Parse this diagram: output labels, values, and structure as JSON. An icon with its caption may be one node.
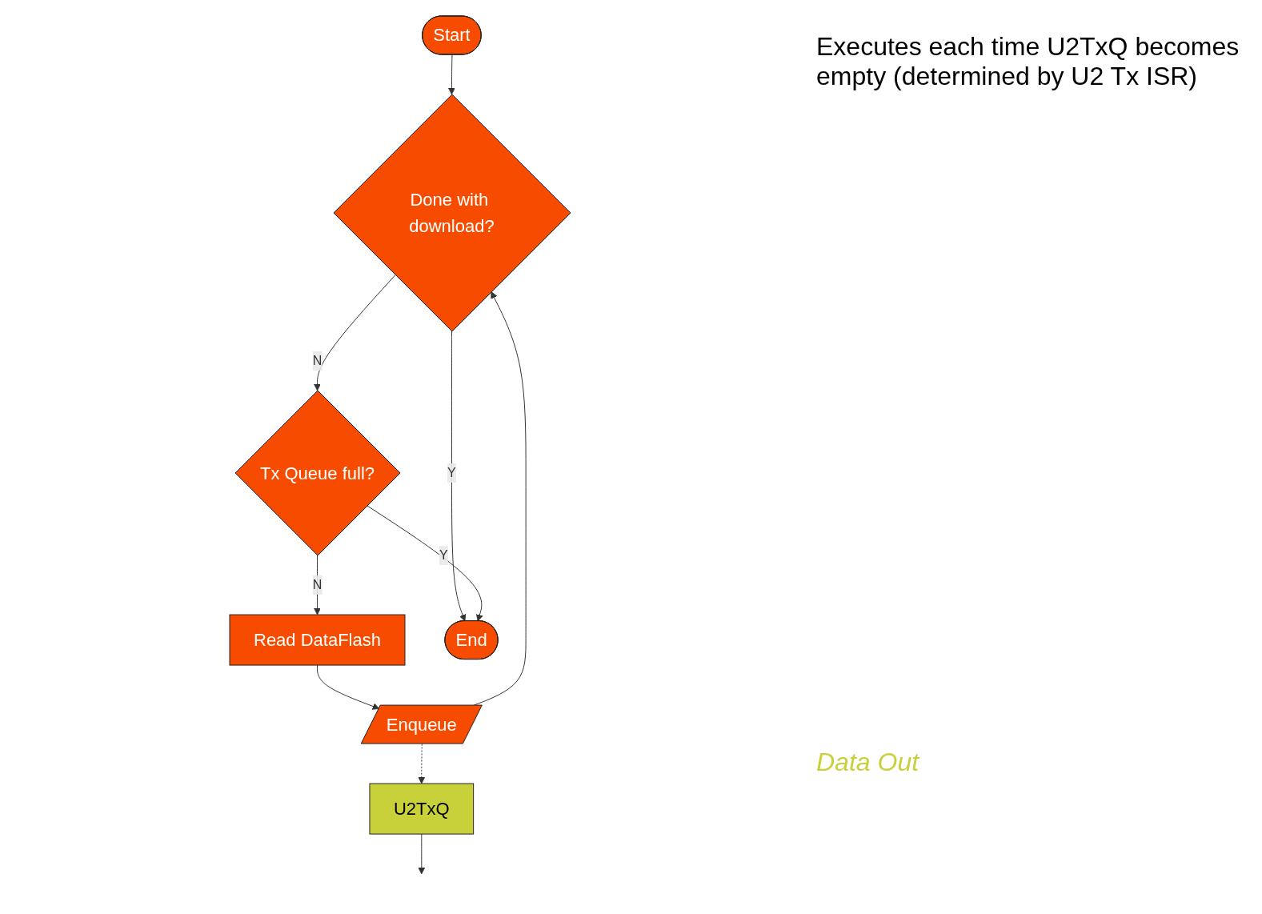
{
  "diagram": {
    "nodes": [
      {
        "text": [
          "Start"
        ]
      },
      {
        "text": [
          "Done with download?"
        ]
      },
      {
        "text": [
          "Tx Queue full?"
        ]
      },
      {
        "text": [
          "Read DataFlash"
        ]
      },
      {
        "text": [
          "Enqueue"
        ]
      },
      {
        "text": [
          "U2TxQ"
        ]
      },
      {
        "text": [
          "End"
        ]
      }
    ],
    "edges": [
      {
        "from": 0,
        "to": 1,
        "arrow": "to"
      },
      {
        "from": 1,
        "to": 2,
        "label": "N",
        "arrow": "to"
      },
      {
        "from": 1,
        "to": 6,
        "label": "Y",
        "arrow": "to"
      },
      {
        "from": 2,
        "to": 6,
        "label": "Y",
        "arrow": "to"
      },
      {
        "from": 2,
        "to": 3,
        "label": "N",
        "arrow": "to"
      },
      {
        "from": 3,
        "to": 4,
        "arrow": "to"
      },
      {
        "from": 4,
        "to": 1,
        "arrow": "to"
      },
      {
        "from": 4,
        "to": 5,
        "arrow": "to",
        "style": "dashed"
      },
      {
        "from": 5,
        "to": null,
        "arrow": "to"
      }
    ],
    "labels": [
      "Executes each time U2TxQ becomes empty (determined by U2 Tx ISR)",
      "Data Out"
    ]
  }
}
